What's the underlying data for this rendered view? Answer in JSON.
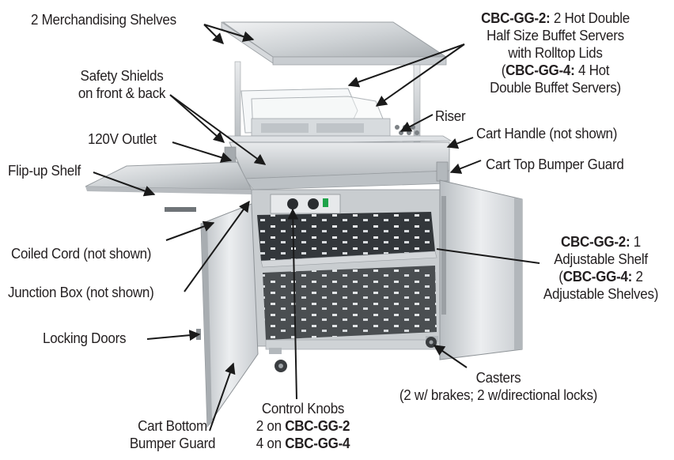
{
  "figure": {
    "subject": "Stainless steel buffet cart with hot double buffet servers, riser merchandising shelves, flip-up shelf and open locking doors",
    "callouts": [
      {
        "id": "merch-shelves",
        "text": "2 Merchandising Shelves"
      },
      {
        "id": "safety-shields",
        "lines": [
          "Safety Shields",
          "on front & back"
        ]
      },
      {
        "id": "outlet",
        "text": "120V Outlet"
      },
      {
        "id": "flip-up-shelf",
        "text": "Flip-up Shelf"
      },
      {
        "id": "coiled-cord",
        "text": "Coiled Cord (not shown)"
      },
      {
        "id": "junction-box",
        "text": "Junction Box (not shown)"
      },
      {
        "id": "locking-doors",
        "text": "Locking Doors"
      },
      {
        "id": "bottom-bumper",
        "lines": [
          "Cart Bottom",
          "Bumper Guard"
        ]
      },
      {
        "id": "control-knobs",
        "title": "Control Knobs",
        "line2_prefix": "2 on ",
        "line2_bold": "CBC-GG-2",
        "line3_prefix": "4 on ",
        "line3_bold": "CBC-GG-4"
      },
      {
        "id": "casters",
        "lines": [
          "Casters",
          "(2 w/ brakes; 2 w/directional locks)"
        ]
      },
      {
        "id": "servers",
        "l1_bold": "CBC-GG-2:",
        "l1_rest": " 2 Hot Double",
        "l2": "Half Size Buffet Servers",
        "l3": "with Rolltop Lids",
        "l4_open": "(",
        "l4_bold": "CBC-GG-4:",
        "l4_rest": " 4 Hot",
        "l5": "Double Buffet Servers)"
      },
      {
        "id": "riser",
        "text": "Riser"
      },
      {
        "id": "cart-handle",
        "text": "Cart Handle (not shown)"
      },
      {
        "id": "top-bumper",
        "text": "Cart Top Bumper Guard"
      },
      {
        "id": "adjustable-shelf",
        "l1_bold": "CBC-GG-2:",
        "l1_rest": " 1",
        "l2": "Adjustable Shelf",
        "l3_open": "(",
        "l3_bold": "CBC-GG-4:",
        "l3_rest": " 2",
        "l4": "Adjustable Shelves)"
      }
    ]
  },
  "colors": {
    "text": "#231f20",
    "arrow": "#1a1a1a",
    "steel_light": "#e4e6e8",
    "steel_mid": "#c3c7cb",
    "steel_dark": "#8d9296",
    "interior_dark": "#2b2e31",
    "switch_green": "#1fa34a"
  }
}
